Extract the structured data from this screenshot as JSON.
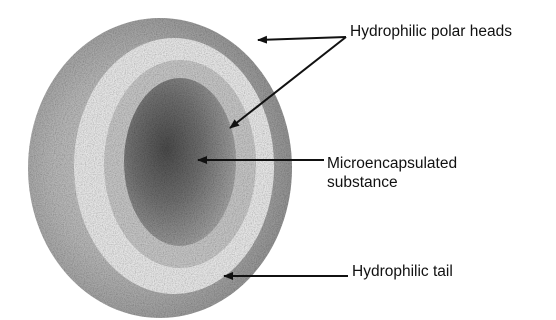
{
  "labels": {
    "heads": "Hydrophilic polar heads",
    "substance_line1": "Microencapsulated",
    "substance_line2": "substance",
    "tail": "Hydrophilic tail"
  },
  "colors": {
    "ink": "#111111",
    "membrane_light": "#d4d4d4",
    "membrane_mid": "#a6a6a6",
    "core_dark": "#5a5a5a"
  }
}
